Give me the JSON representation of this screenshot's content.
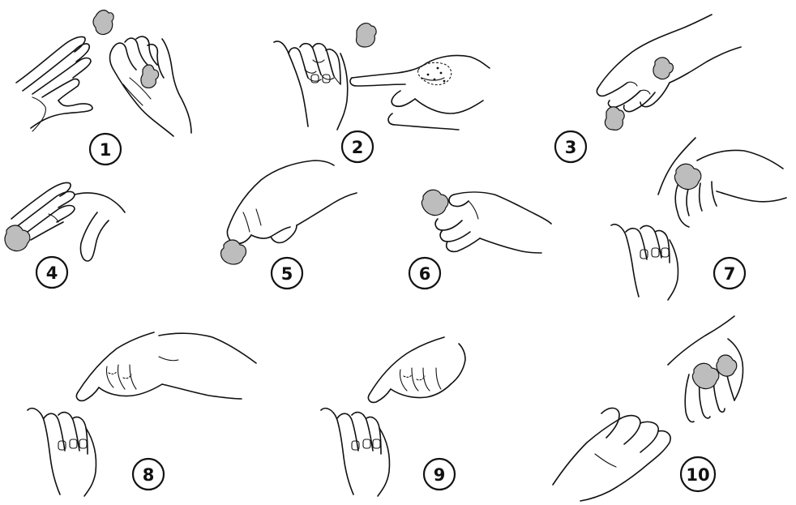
{
  "steps": [
    {
      "number": "1"
    },
    {
      "number": "2"
    },
    {
      "number": "3"
    },
    {
      "number": "4"
    },
    {
      "number": "5"
    },
    {
      "number": "6"
    },
    {
      "number": "7"
    },
    {
      "number": "8"
    },
    {
      "number": "9"
    },
    {
      "number": "10"
    }
  ]
}
